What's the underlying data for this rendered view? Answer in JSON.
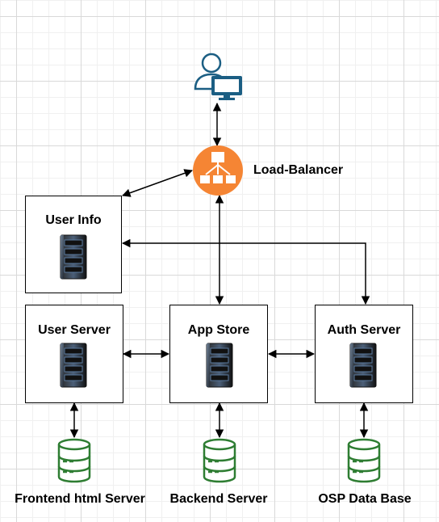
{
  "diagram": {
    "nodes": {
      "user": {
        "icon": "user-at-computer-icon"
      },
      "load_balancer": {
        "label": "Load-Balancer",
        "icon": "load-balancer-icon",
        "color": "#F58534"
      },
      "user_info": {
        "label": "User Info",
        "icon": "server-rack-icon"
      },
      "user_server": {
        "label": "User Server",
        "icon": "server-rack-icon"
      },
      "app_store": {
        "label": "App Store",
        "icon": "server-rack-icon"
      },
      "auth_server": {
        "label": "Auth Server",
        "icon": "server-rack-icon"
      },
      "frontend_db": {
        "label": "Frontend html Server",
        "icon": "database-icon"
      },
      "backend_db": {
        "label": "Backend Server",
        "icon": "database-icon"
      },
      "osp_db": {
        "label": "OSP Data Base",
        "icon": "database-icon"
      }
    },
    "edges": [
      {
        "from": "user",
        "to": "load_balancer",
        "direction": "both"
      },
      {
        "from": "load_balancer",
        "to": "user_info",
        "direction": "both"
      },
      {
        "from": "load_balancer",
        "to": "app_store",
        "direction": "both"
      },
      {
        "from": "user_info",
        "to": "auth_server",
        "direction": "both"
      },
      {
        "from": "user_server",
        "to": "app_store",
        "direction": "both"
      },
      {
        "from": "app_store",
        "to": "auth_server",
        "direction": "both"
      },
      {
        "from": "user_server",
        "to": "frontend_db",
        "direction": "both"
      },
      {
        "from": "app_store",
        "to": "backend_db",
        "direction": "both"
      },
      {
        "from": "auth_server",
        "to": "osp_db",
        "direction": "both"
      }
    ],
    "colors": {
      "user_icon": "#1B5E83",
      "load_balancer": "#F58534",
      "database": "#2E7D32",
      "server_dark": "#1a1a1a",
      "server_highlight": "#5a7aa0"
    }
  }
}
